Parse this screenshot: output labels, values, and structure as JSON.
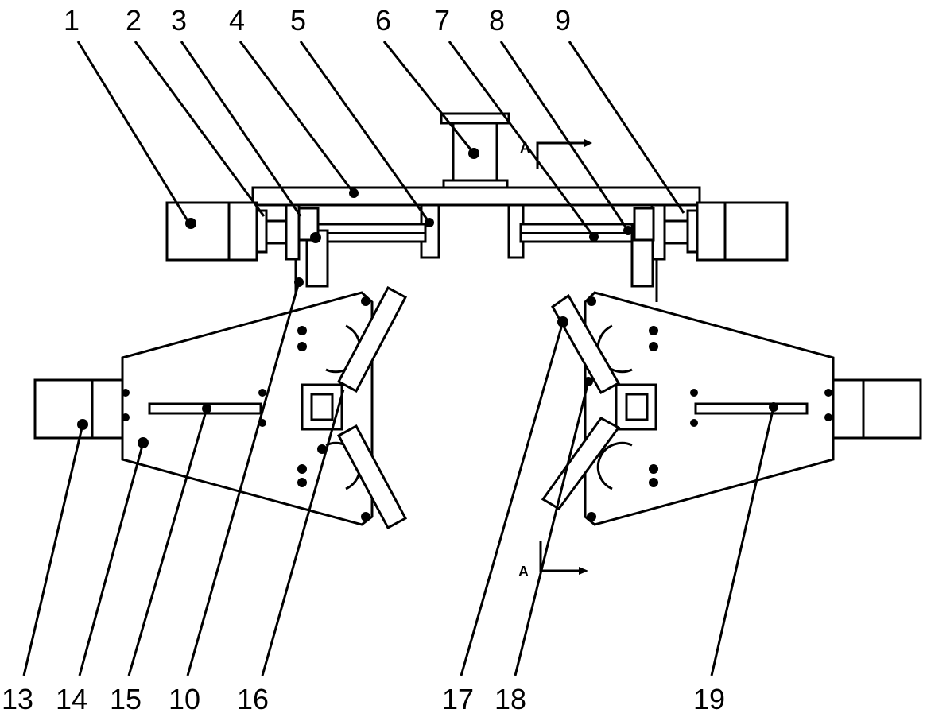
{
  "labels": {
    "l1": "1",
    "l2": "2",
    "l3": "3",
    "l4": "4",
    "l5": "5",
    "l6": "6",
    "l7": "7",
    "l8": "8",
    "l9": "9",
    "l13": "13",
    "l14": "14",
    "l15": "15",
    "l10": "10",
    "l16": "16",
    "l17": "17",
    "l18": "18",
    "l19": "19"
  },
  "section_marks": {
    "top": "A",
    "bottom": "A"
  }
}
